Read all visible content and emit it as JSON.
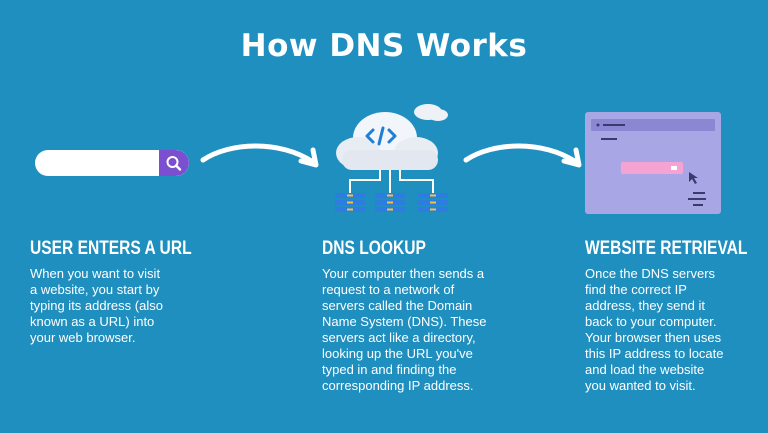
{
  "title": "How DNS Works",
  "icons": [
    "search-icon",
    "code-icon",
    "server-icon",
    "cursor-icon"
  ],
  "colors": {
    "background": "#1f8fbf",
    "search_button": "#7b4fd0",
    "browser_window": "#a9a6e6",
    "browser_button": "#f4a3d2",
    "server": "#2d7ce0"
  },
  "steps": [
    {
      "heading": "USER ENTERS A URL",
      "text": "When you want to visit\na website, you start by\ntyping its address (also\nknown as a URL) into\nyour web browser."
    },
    {
      "heading": "DNS LOOKUP",
      "text": "Your computer then sends a\nrequest to a network of\nservers called the Domain\nName System (DNS). These\nservers act like a directory,\nlooking up the URL you've\ntyped in and finding the\ncorresponding IP address."
    },
    {
      "heading": "WEBSITE RETRIEVAL",
      "text": "Once the DNS servers\nfind the correct IP\naddress, they send it\nback to your computer.\nYour browser then uses\nthis IP address to locate\nand load the website\nyou wanted to visit."
    }
  ]
}
